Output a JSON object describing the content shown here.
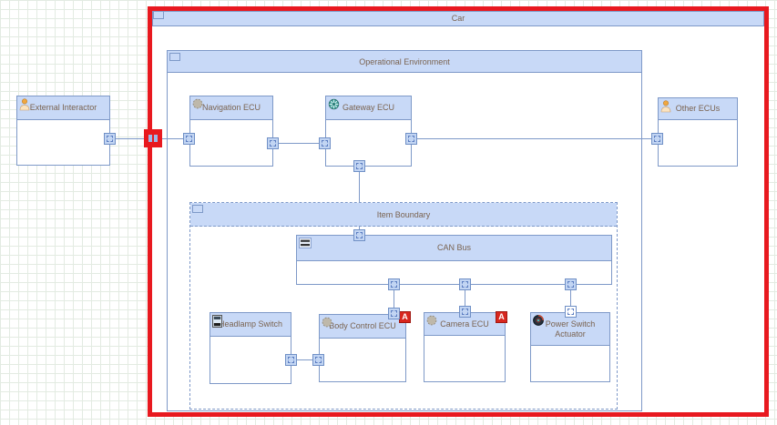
{
  "diagram": {
    "kind": "internal-block-diagram",
    "containers": {
      "car": {
        "label": "Car"
      },
      "operational_environment": {
        "label": "Operational Environment"
      },
      "item_boundary": {
        "label": "Item Boundary"
      }
    },
    "blocks": {
      "external_interactor": {
        "label": "External Interactor",
        "icon": "actor-person-icon"
      },
      "navigation_ecu": {
        "label": "Navigation ECU",
        "icon": "sphere-icon"
      },
      "gateway_ecu": {
        "label": "Gateway ECU",
        "icon": "gear-icon"
      },
      "other_ecus": {
        "label": "Other ECUs",
        "icon": "actor-person-icon"
      },
      "can_bus": {
        "label": "CAN Bus",
        "icon": "bus-icon"
      },
      "headlamp_switch": {
        "label": "Headlamp Switch",
        "icon": "switch-icon"
      },
      "body_control_ecu": {
        "label": "Body Control ECU",
        "icon": "sphere-icon",
        "badge": "A"
      },
      "camera_ecu": {
        "label": "Camera ECU",
        "icon": "sphere-icon",
        "badge": "A"
      },
      "power_switch_actuator": {
        "label": "Power Switch Actuator",
        "icon": "knob-icon"
      }
    },
    "colors": {
      "selection_red": "#e8191f",
      "header_fill": "#c8d9f7",
      "block_border": "#7e99c8",
      "port_fill": "#c2d5f3",
      "label_text": "#7a6350",
      "badge_fill": "#d8271f",
      "grid_line": "#e3ebe2"
    }
  }
}
